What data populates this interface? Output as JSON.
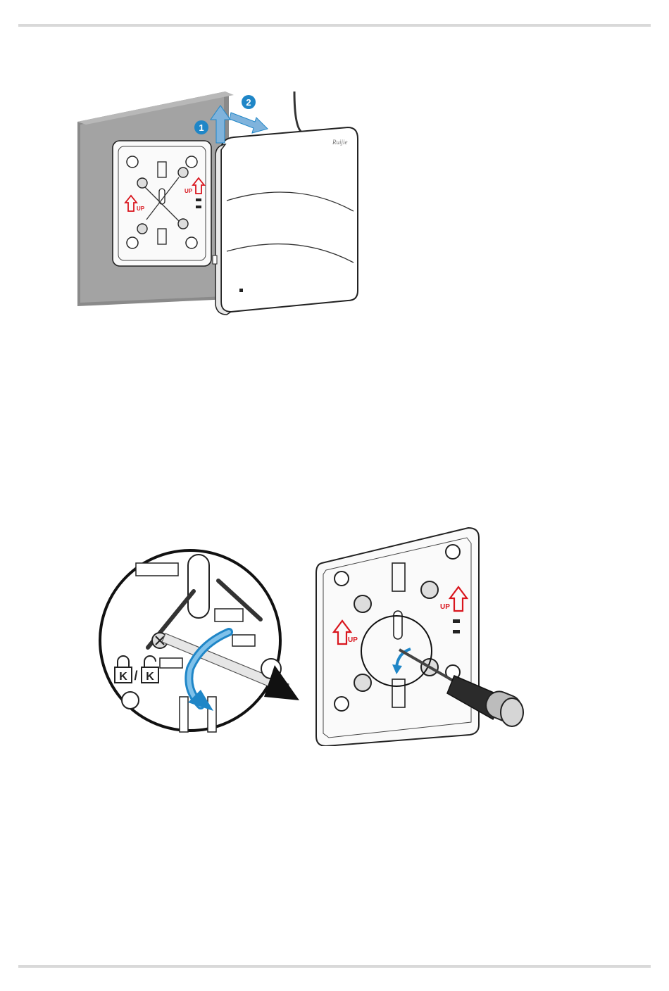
{
  "figure1": {
    "step_markers": [
      "1",
      "2"
    ],
    "brand_logo": "Ruijie",
    "up_marks": [
      "UP",
      "UP"
    ],
    "icons": [
      "arrow-up-icon",
      "arrow-diagonal-icon"
    ],
    "accent_color": "#1f86c7",
    "warning_color": "#d9161e"
  },
  "figure2": {
    "up_marks": [
      "UP",
      "UP"
    ],
    "lock_labels": [
      "K",
      "/",
      "K"
    ],
    "icons": [
      "rotate-arrow-icon",
      "screwdriver-icon",
      "lock-icon",
      "unlock-icon"
    ],
    "accent_color": "#1f86c7"
  }
}
